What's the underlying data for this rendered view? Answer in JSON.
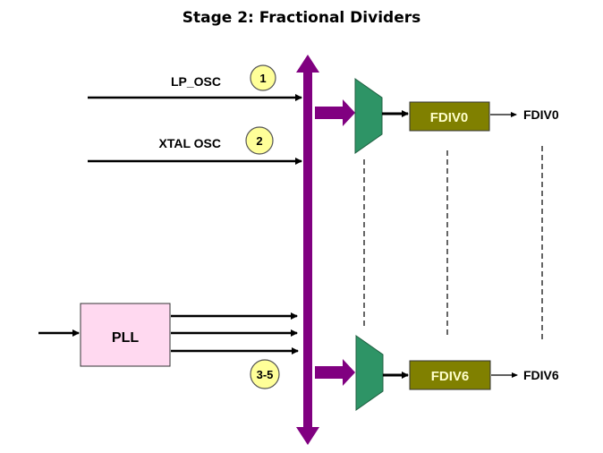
{
  "title": "Stage 2: Fractional Dividers",
  "inputs": [
    {
      "label": "LP_OSC",
      "badge": "1"
    },
    {
      "label": "XTAL OSC",
      "badge": "2"
    }
  ],
  "pll": {
    "label": "PLL",
    "badge": "3-5",
    "output_count": 3
  },
  "dividers": [
    {
      "block_label": "FDIV0",
      "output_label": "FDIV0"
    },
    {
      "block_label": "FDIV6",
      "output_label": "FDIV6"
    }
  ],
  "colors": {
    "bus": "#800080",
    "mux": "#2e9466",
    "divider_block": "#808000",
    "divider_text": "#ffffcc",
    "pll_fill": "#ffd9f0",
    "badge_fill": "#ffff99"
  }
}
